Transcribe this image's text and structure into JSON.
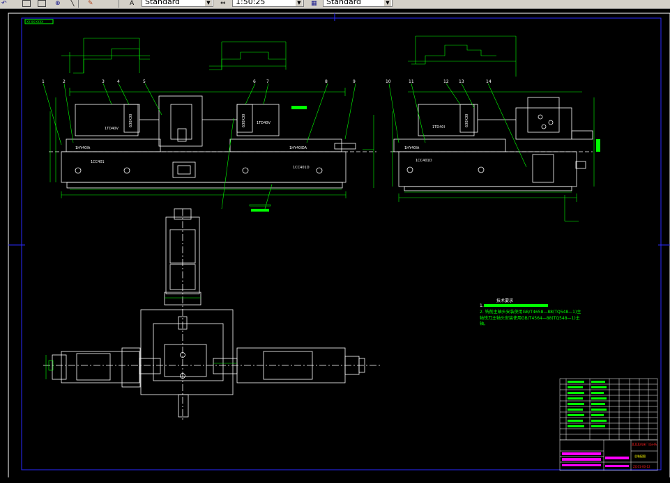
{
  "toolbar": {
    "text_style_value": "Standard",
    "scale_value": "1:50:25",
    "dim_style_value": "Standard",
    "icons": [
      "undo-icon",
      "square-icon",
      "square-icon",
      "pan-icon",
      "pointer-icon",
      "paint-icon",
      "text-style-icon",
      "scale-icon",
      "dim-style-icon"
    ]
  },
  "drawing": {
    "title_stamp": "XX-XX-XXXX",
    "labels_top": [
      "1",
      "2",
      "3",
      "4",
      "5",
      "6",
      "7",
      "8",
      "9"
    ],
    "labels_right": [
      "10",
      "11",
      "12",
      "13",
      "14"
    ],
    "machine_labels": [
      "1TD40V",
      "630X30",
      "1HY40IA",
      "1CC401",
      "1CC401D",
      "1HY40IDA",
      "1TD40V",
      "630X30"
    ],
    "right_machine_labels": [
      "1TD40I",
      "630X30",
      "1HY40IA",
      "1CC401D"
    ],
    "tech_title": "技术要求",
    "tech_lines": [
      "1.",
      "2. 铣削主轴头安装使用GB/T4658—88(TQ548—1)主",
      "轴铣刀主轴头安装使用GB/T4564—88(TQ548—1)主",
      "轴。"
    ],
    "title_block": {
      "company": "某某某机床厂设计所",
      "drawing_name": "总装配图",
      "drawing_number": "ZJ101-00-12"
    }
  },
  "colors": {
    "background": "#000000",
    "white_line": "#ffffff",
    "green_line": "#00ff00",
    "border_blue": "#1e1eff",
    "magenta": "#ff00ff",
    "red": "#ff2020",
    "yellow": "#ffff00",
    "toolbar_bg": "#d4d0c8"
  }
}
